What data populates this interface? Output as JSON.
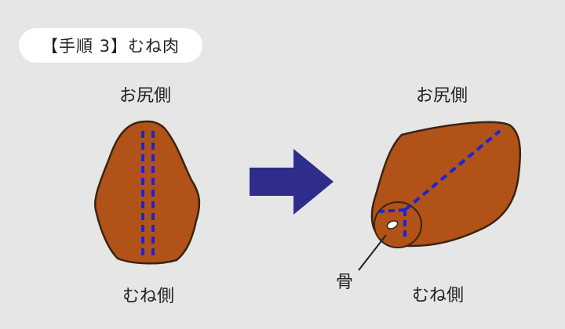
{
  "title": "【手順 3】むね肉",
  "left": {
    "top_label": "お尻側",
    "bottom_label": "むね側"
  },
  "right": {
    "top_label": "お尻側",
    "bottom_label": "むね側",
    "bone_label": "骨"
  },
  "colors": {
    "background": "#e6e6e6",
    "meat_fill": "#b15218",
    "meat_outline": "#3a2412",
    "cut_line": "#1a24d8",
    "arrow": "#2e2d8c",
    "pill": "#ffffff"
  }
}
